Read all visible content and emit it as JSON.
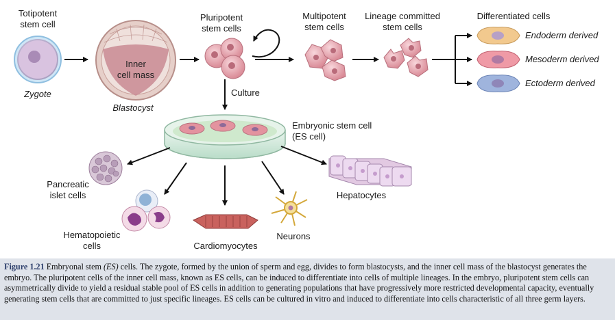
{
  "labels": {
    "totipotent": "Totipotent\nstem cell",
    "zygote": "Zygote",
    "inner_cell_mass": "Inner\ncell mass",
    "blastocyst": "Blastocyst",
    "pluripotent": "Pluripotent\nstem cells",
    "culture": "Culture",
    "multipotent": "Multipotent\nstem cells",
    "lineage": "Lineage committed\nstem cells",
    "differentiated": "Differentiated cells",
    "endoderm": "Endoderm derived",
    "mesoderm": "Mesoderm derived",
    "ectoderm": "Ectoderm derived",
    "es_cell": "Embryonic stem cell\n(ES cell)",
    "pancreatic": "Pancreatic\nislet cells",
    "hematopoietic": "Hematopoietic\ncells",
    "cardiomyocytes": "Cardiomyocytes",
    "neurons": "Neurons",
    "hepatocytes": "Hepatocytes"
  },
  "caption": {
    "figure": "Figure 1.21",
    "title_pre": "Embryonal stem",
    "title_abbr": "(ES)",
    "title_post": "cells.",
    "body": "The zygote, formed by the union of sperm and egg, divides to form blastocysts, and the inner cell mass of the blastocyst generates the embryo. The pluripotent cells of the inner cell mass, known as ES cells, can be induced to differentiate into cells of multiple lineages. In the embryo, pluripotent stem cells can asymmetrically divide to yield a residual stable pool of ES cells in addition to generating populations that have progressively more restricted developmental capacity, eventually generating stem cells that are committed to just specific lineages. ES cells can be cultured in vitro and induced to differentiate into cells characteristic of all three germ layers."
  },
  "colors": {
    "endoderm": "#f2c98e",
    "mesoderm": "#ef9aa6",
    "ectoderm": "#9fb4dd",
    "stem_cell": "#e8a4ad",
    "caption_bg": "#dfe3ea"
  }
}
